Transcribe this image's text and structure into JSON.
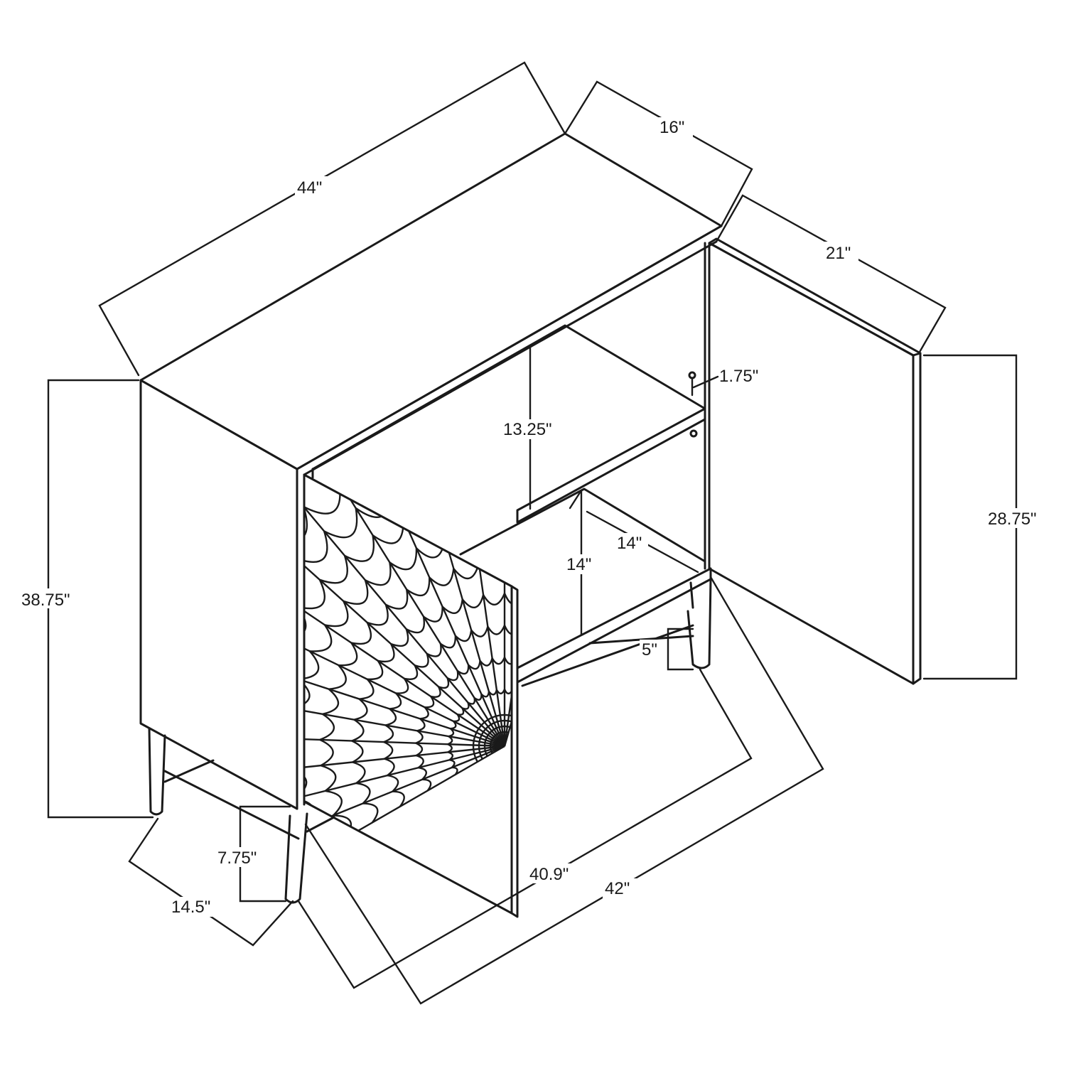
{
  "diagram": {
    "line_color": "#1a1a1a",
    "background": "#ffffff",
    "dimensions": {
      "width_top": "44\"",
      "depth_top": "16\"",
      "door_depth": "21\"",
      "total_height": "38.75\"",
      "upper_shelf_height": "13.25\"",
      "shelf_offset": "1.75\"",
      "lower_shelf_height": "14\"",
      "inner_depth": "14\"",
      "door_height": "28.75\"",
      "leg_stretcher": "5\"",
      "leg_height": "7.75\"",
      "side_depth": "14.5\"",
      "inner_width": "40.9\"",
      "base_width": "42\""
    }
  }
}
